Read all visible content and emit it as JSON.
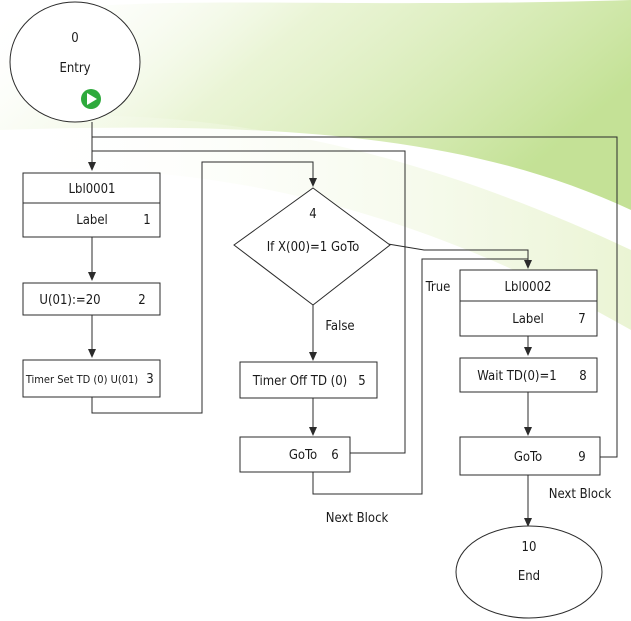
{
  "colors": {
    "start_icon": "#2eaa3c",
    "line": "#2b2b2b",
    "background_green": "#cfe7a3"
  },
  "entry": {
    "number": "0",
    "title": "Entry",
    "icon": "play-icon"
  },
  "blocks": {
    "b1_name": "Lbl0001",
    "b1_label": "Label",
    "b1_num": "1",
    "b2_label": "U(01):=20",
    "b2_num": "2",
    "b3_label": "Timer Set TD (0) U(01)",
    "b3_num": "3",
    "b4_num": "4",
    "b4_label": "If X(00)=1 GoTo",
    "b5_label": "Timer Off TD (0)",
    "b5_num": "5",
    "b6_label": "GoTo",
    "b6_num": "6",
    "b7_name": "Lbl0002",
    "b7_label": "Label",
    "b7_num": "7",
    "b8_label": "Wait TD(0)=1",
    "b8_num": "8",
    "b9_label": "GoTo",
    "b9_num": "9"
  },
  "end": {
    "number": "10",
    "title": "End"
  },
  "branch_labels": {
    "false": "False",
    "true": "True",
    "next_block_1": "Next Block",
    "next_block_2": "Next Block"
  }
}
